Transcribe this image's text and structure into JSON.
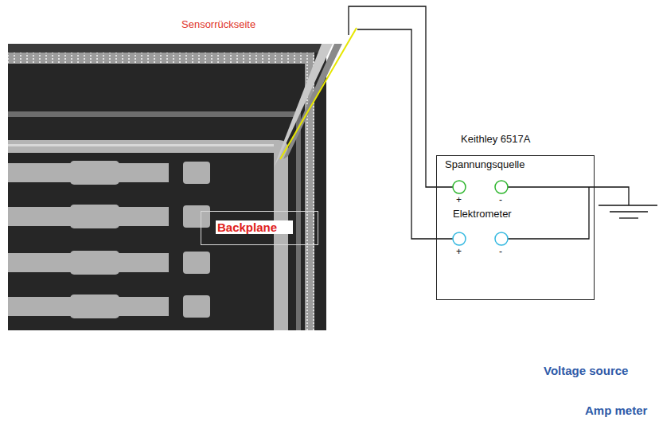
{
  "diagram": {
    "nodes": [
      {
        "text": [
          "Backplane"
        ]
      },
      {
        "text": [
          "Keithley 6517A",
          "Spannungsquelle",
          "Elektrometer"
        ]
      }
    ],
    "labels": [
      "Sensorrückseite",
      "+",
      "-",
      "+",
      "-",
      "Voltage source",
      "Amp meter"
    ]
  }
}
